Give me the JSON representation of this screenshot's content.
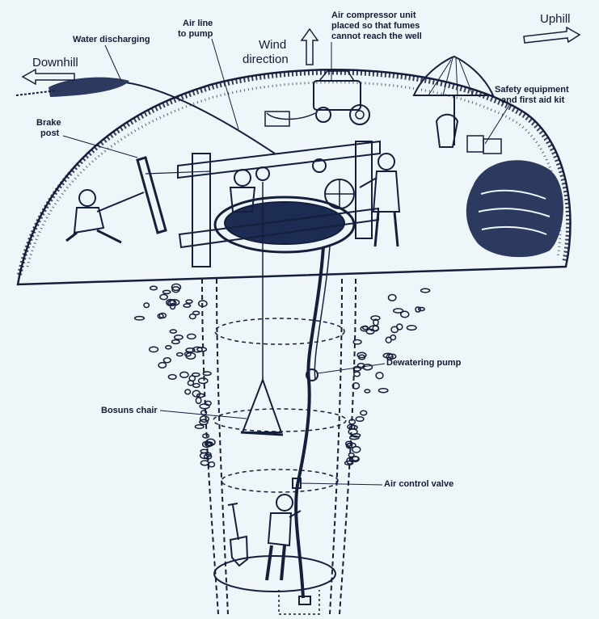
{
  "colors": {
    "ink": "#141f3b",
    "background": "#eef6fa",
    "well_water": "#1d2c52"
  },
  "labels": {
    "downhill": "Downhill",
    "uphill": "Uphill",
    "water_discharging": "Water discharging",
    "air_line_1": "Air line",
    "air_line_2": "to pump",
    "wind_1": "Wind",
    "wind_2": "direction",
    "compressor_1": "Air compressor unit",
    "compressor_2": "placed so that fumes",
    "compressor_3": "cannot reach the well",
    "safety_1": "Safety equipment",
    "safety_2": "and first aid kit",
    "brake_1": "Brake",
    "brake_2": "post",
    "dewatering": "Dewatering pump",
    "bosuns": "Bosuns chair",
    "air_valve": "Air control valve"
  },
  "icons": [
    "arrow-left-icon",
    "arrow-right-icon",
    "arrow-up-icon",
    "compressor-icon",
    "umbrella-icon",
    "shovel-icon",
    "worker-icon"
  ]
}
